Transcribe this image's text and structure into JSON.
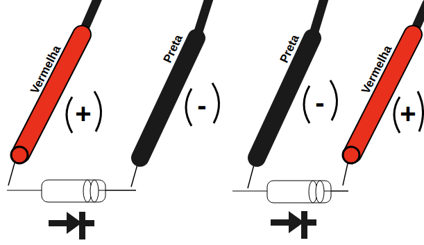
{
  "diagram": {
    "labels": [
      "Vermelha",
      "+",
      "Preta",
      "-",
      "Preta",
      "-",
      "Vermelha",
      "+"
    ]
  }
}
